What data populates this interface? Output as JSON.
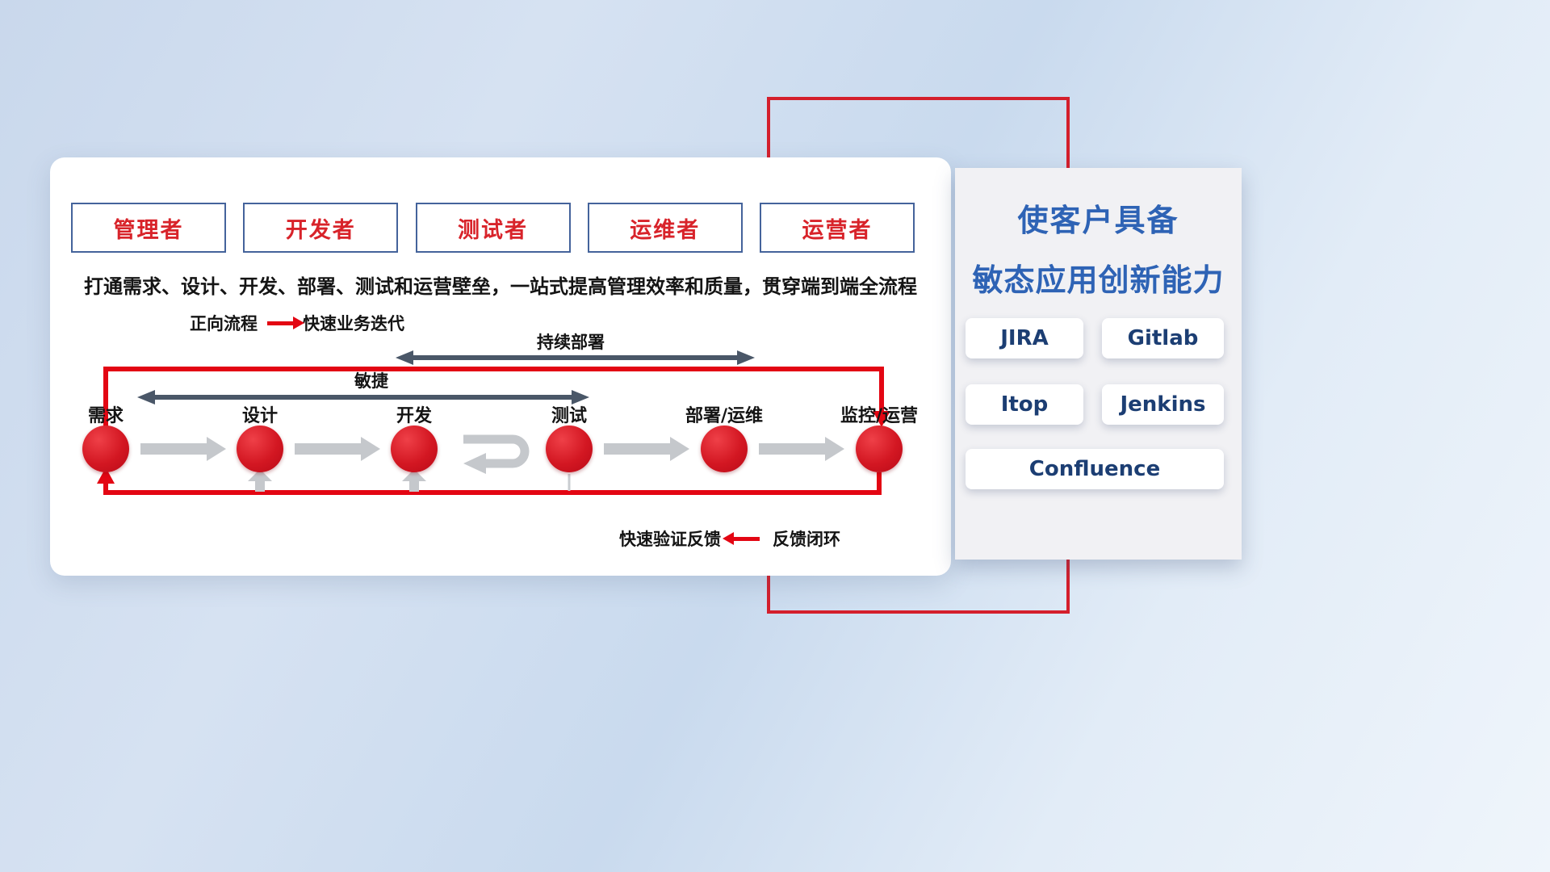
{
  "roles": [
    {
      "label": "管理者"
    },
    {
      "label": "开发者"
    },
    {
      "label": "测试者"
    },
    {
      "label": "运维者"
    },
    {
      "label": "运营者"
    }
  ],
  "description": "打通需求、设计、开发、部署、测试和运营壁垒，一站式提高管理效率和质量，贯穿端到端全流程",
  "legend_forward": {
    "label": "正向流程",
    "value": "快速业务迭代"
  },
  "span_arrows": {
    "continuous_deploy": "持续部署",
    "agile": "敏捷"
  },
  "nodes": [
    {
      "label": "需求"
    },
    {
      "label": "设计"
    },
    {
      "label": "开发"
    },
    {
      "label": "测试"
    },
    {
      "label": "部署/运维"
    },
    {
      "label": "监控/运营"
    }
  ],
  "legend_feedback": {
    "label": "快速验证反馈",
    "value": "反馈闭环"
  },
  "panel": {
    "title_line1": "使客户具备",
    "title_line2": "敏态应用创新能力",
    "tools": [
      "JIRA",
      "Gitlab",
      "Itop",
      "Jenkins",
      "Confluence"
    ]
  },
  "colors": {
    "accent_red": "#e30613",
    "role_text_red": "#d8232a",
    "role_border_blue": "#44639b",
    "title_blue": "#2e63b5",
    "tool_text_navy": "#1c3e73",
    "dark_arrow": "#4a5768",
    "gray_arrow": "#c5c8cc"
  }
}
